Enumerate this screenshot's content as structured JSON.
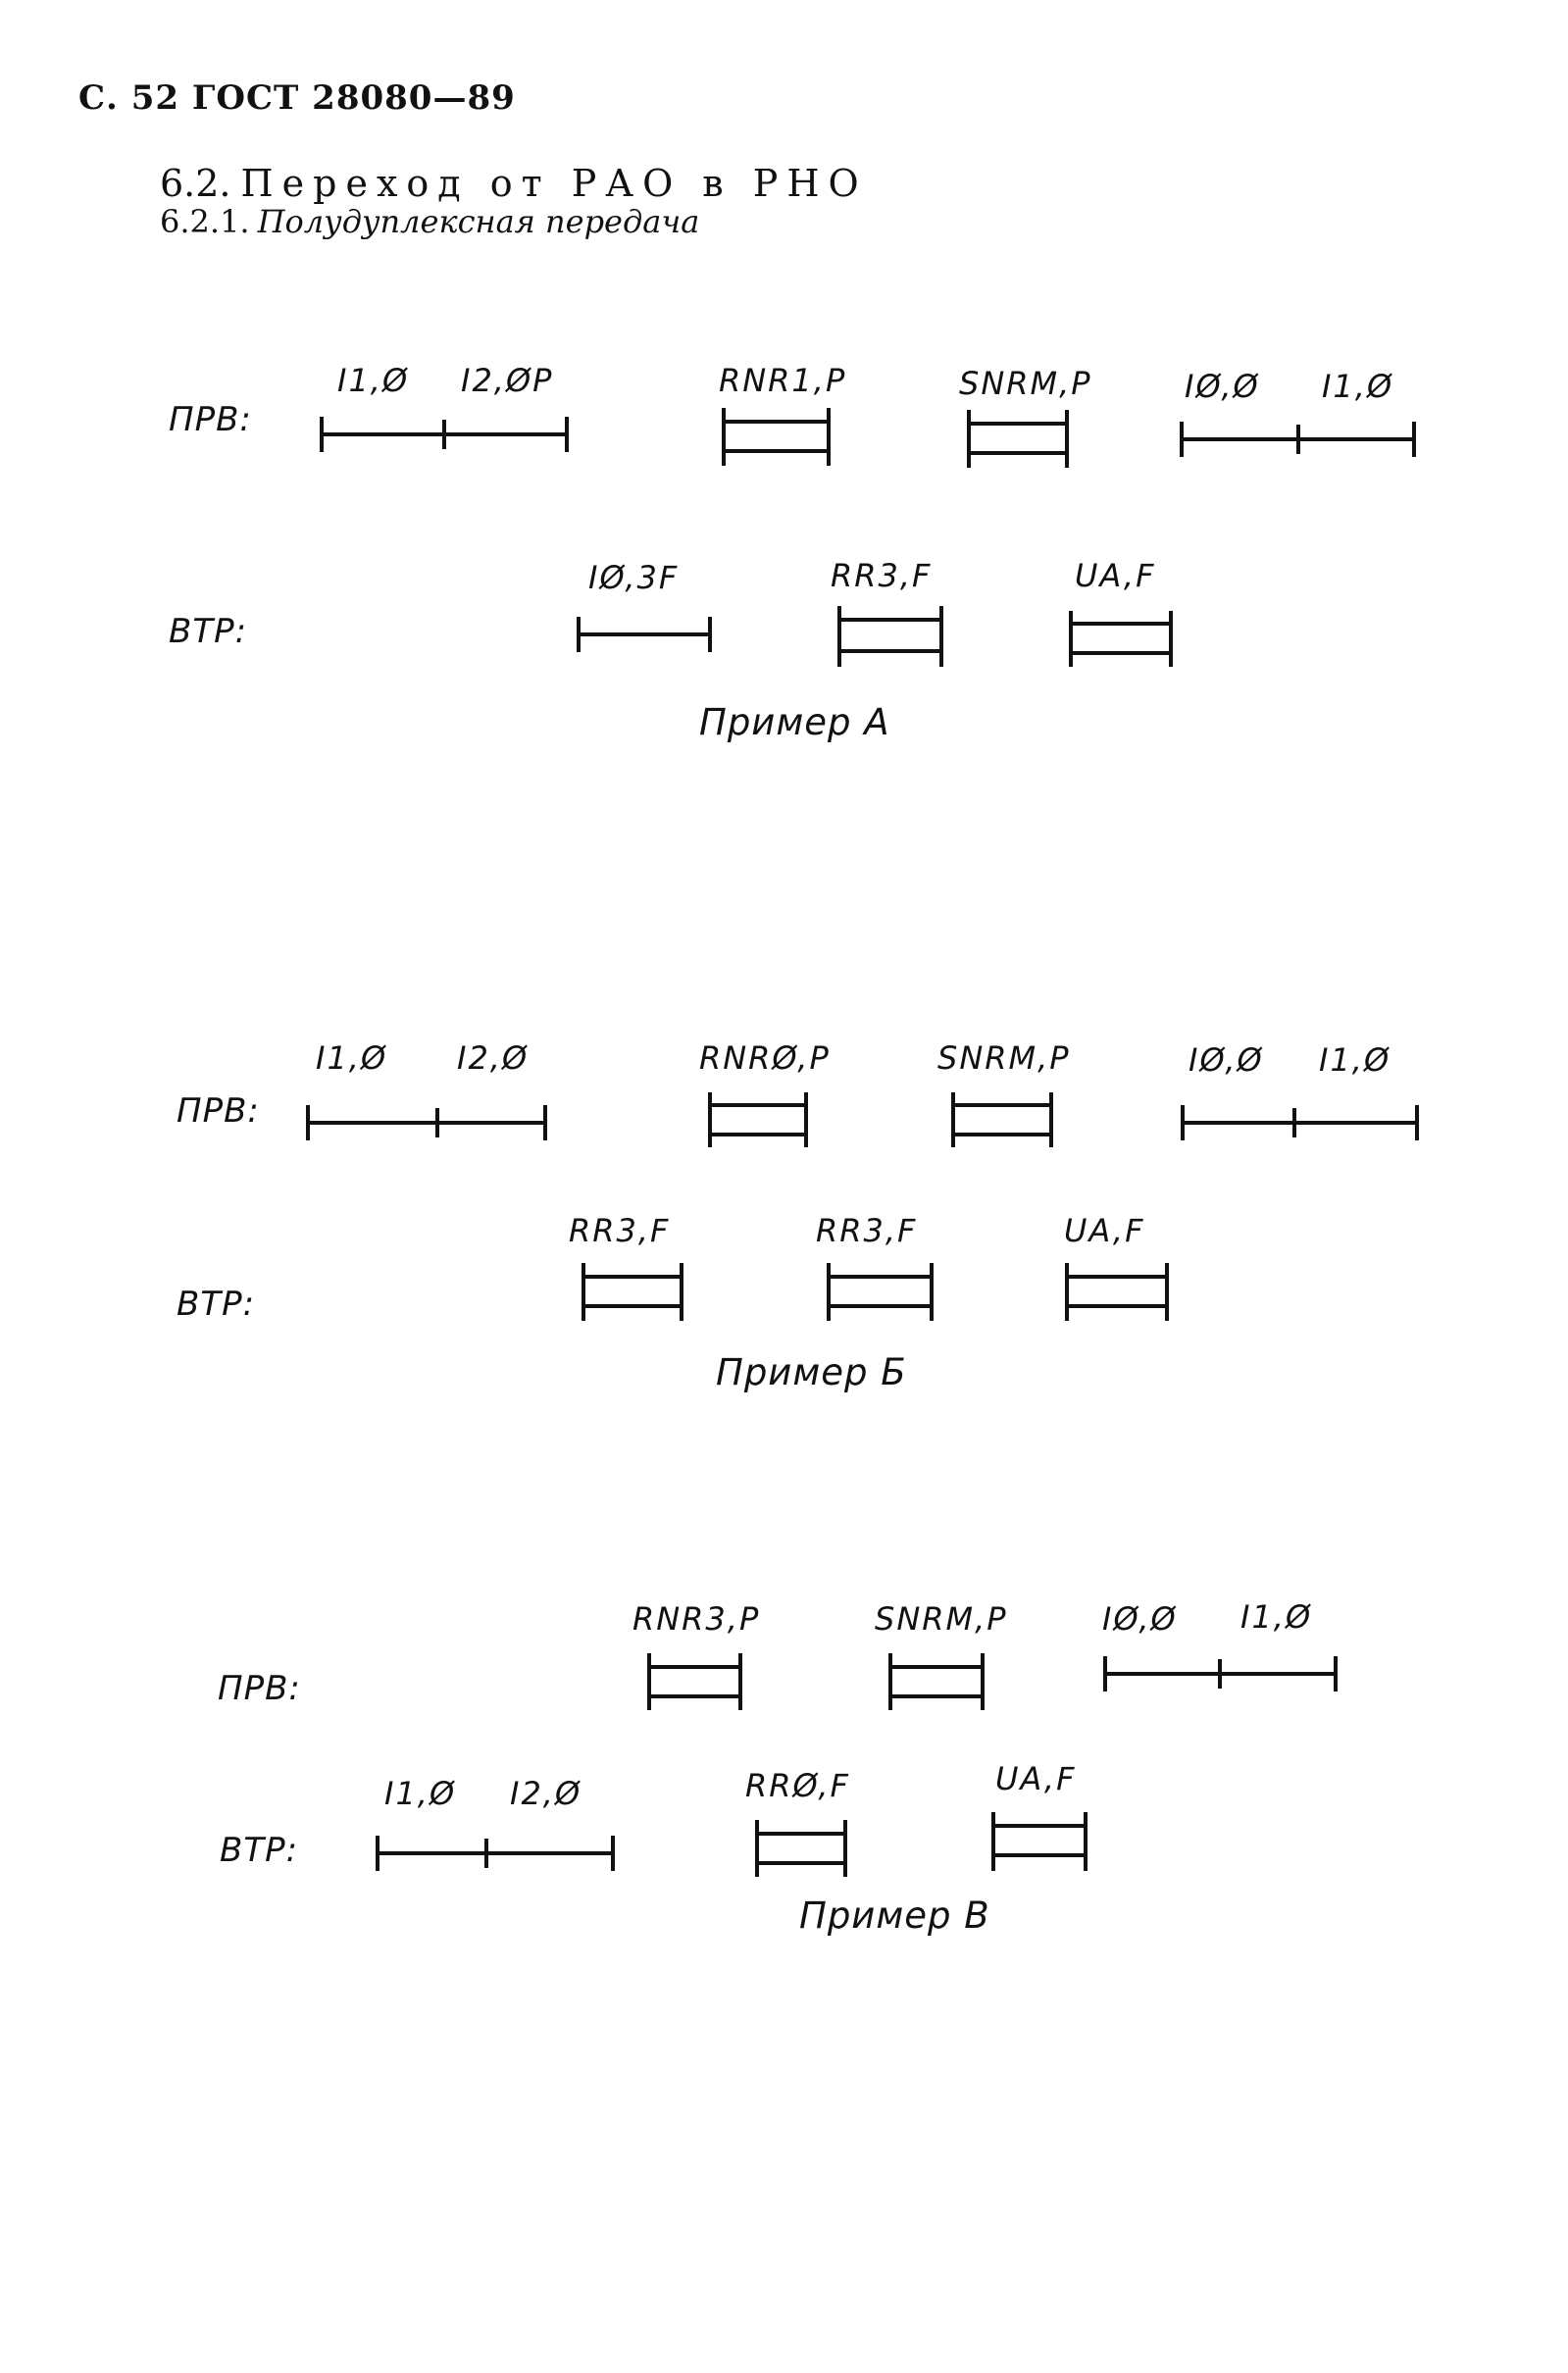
{
  "header": "С. 52 ГОСТ 28080—89",
  "section": {
    "number": "6.2.",
    "title": "Переход от РАО в РНО"
  },
  "subsection": {
    "number": "6.2.1.",
    "title": "Полудуплексная передача"
  },
  "examples": [
    {
      "caption": "Пример А",
      "prv": {
        "label": "ПРВ:",
        "items": [
          {
            "kind": "seq",
            "labels": [
              "I1,Ø",
              "I2,ØP"
            ]
          },
          {
            "kind": "box",
            "label": "RNR1,P"
          },
          {
            "kind": "box",
            "label": "SNRM,P"
          },
          {
            "kind": "seq",
            "labels": [
              "IØ,Ø",
              "I1,Ø"
            ]
          }
        ]
      },
      "vtr": {
        "label": "ВТР:",
        "items": [
          {
            "kind": "seq",
            "labels": [
              "IØ,3F"
            ]
          },
          {
            "kind": "box",
            "label": "RR3,F"
          },
          {
            "kind": "box",
            "label": "UA,F"
          }
        ]
      }
    },
    {
      "caption": "Пример Б",
      "prv": {
        "label": "ПРВ:",
        "items": [
          {
            "kind": "seq",
            "labels": [
              "I1,Ø",
              "I2,Ø"
            ]
          },
          {
            "kind": "box",
            "label": "RNRØ,P"
          },
          {
            "kind": "box",
            "label": "SNRM,P"
          },
          {
            "kind": "seq",
            "labels": [
              "IØ,Ø",
              "I1,Ø"
            ]
          }
        ]
      },
      "vtr": {
        "label": "ВТР:",
        "items": [
          {
            "kind": "box",
            "label": "RR3,F"
          },
          {
            "kind": "box",
            "label": "RR3,F"
          },
          {
            "kind": "box",
            "label": "UA,F"
          }
        ]
      }
    },
    {
      "caption": "Пример В",
      "prv": {
        "label": "ПРВ:",
        "items": [
          {
            "kind": "box",
            "label": "RNR3,P"
          },
          {
            "kind": "box",
            "label": "SNRM,P"
          },
          {
            "kind": "seq",
            "labels": [
              "IØ,Ø",
              "I1,Ø"
            ]
          }
        ]
      },
      "vtr": {
        "label": "ВТР:",
        "items": [
          {
            "kind": "seq",
            "labels": [
              "I1,Ø",
              "I2,Ø"
            ]
          },
          {
            "kind": "box",
            "label": "RRØ,F"
          },
          {
            "kind": "box",
            "label": "UA,F"
          }
        ]
      }
    }
  ]
}
